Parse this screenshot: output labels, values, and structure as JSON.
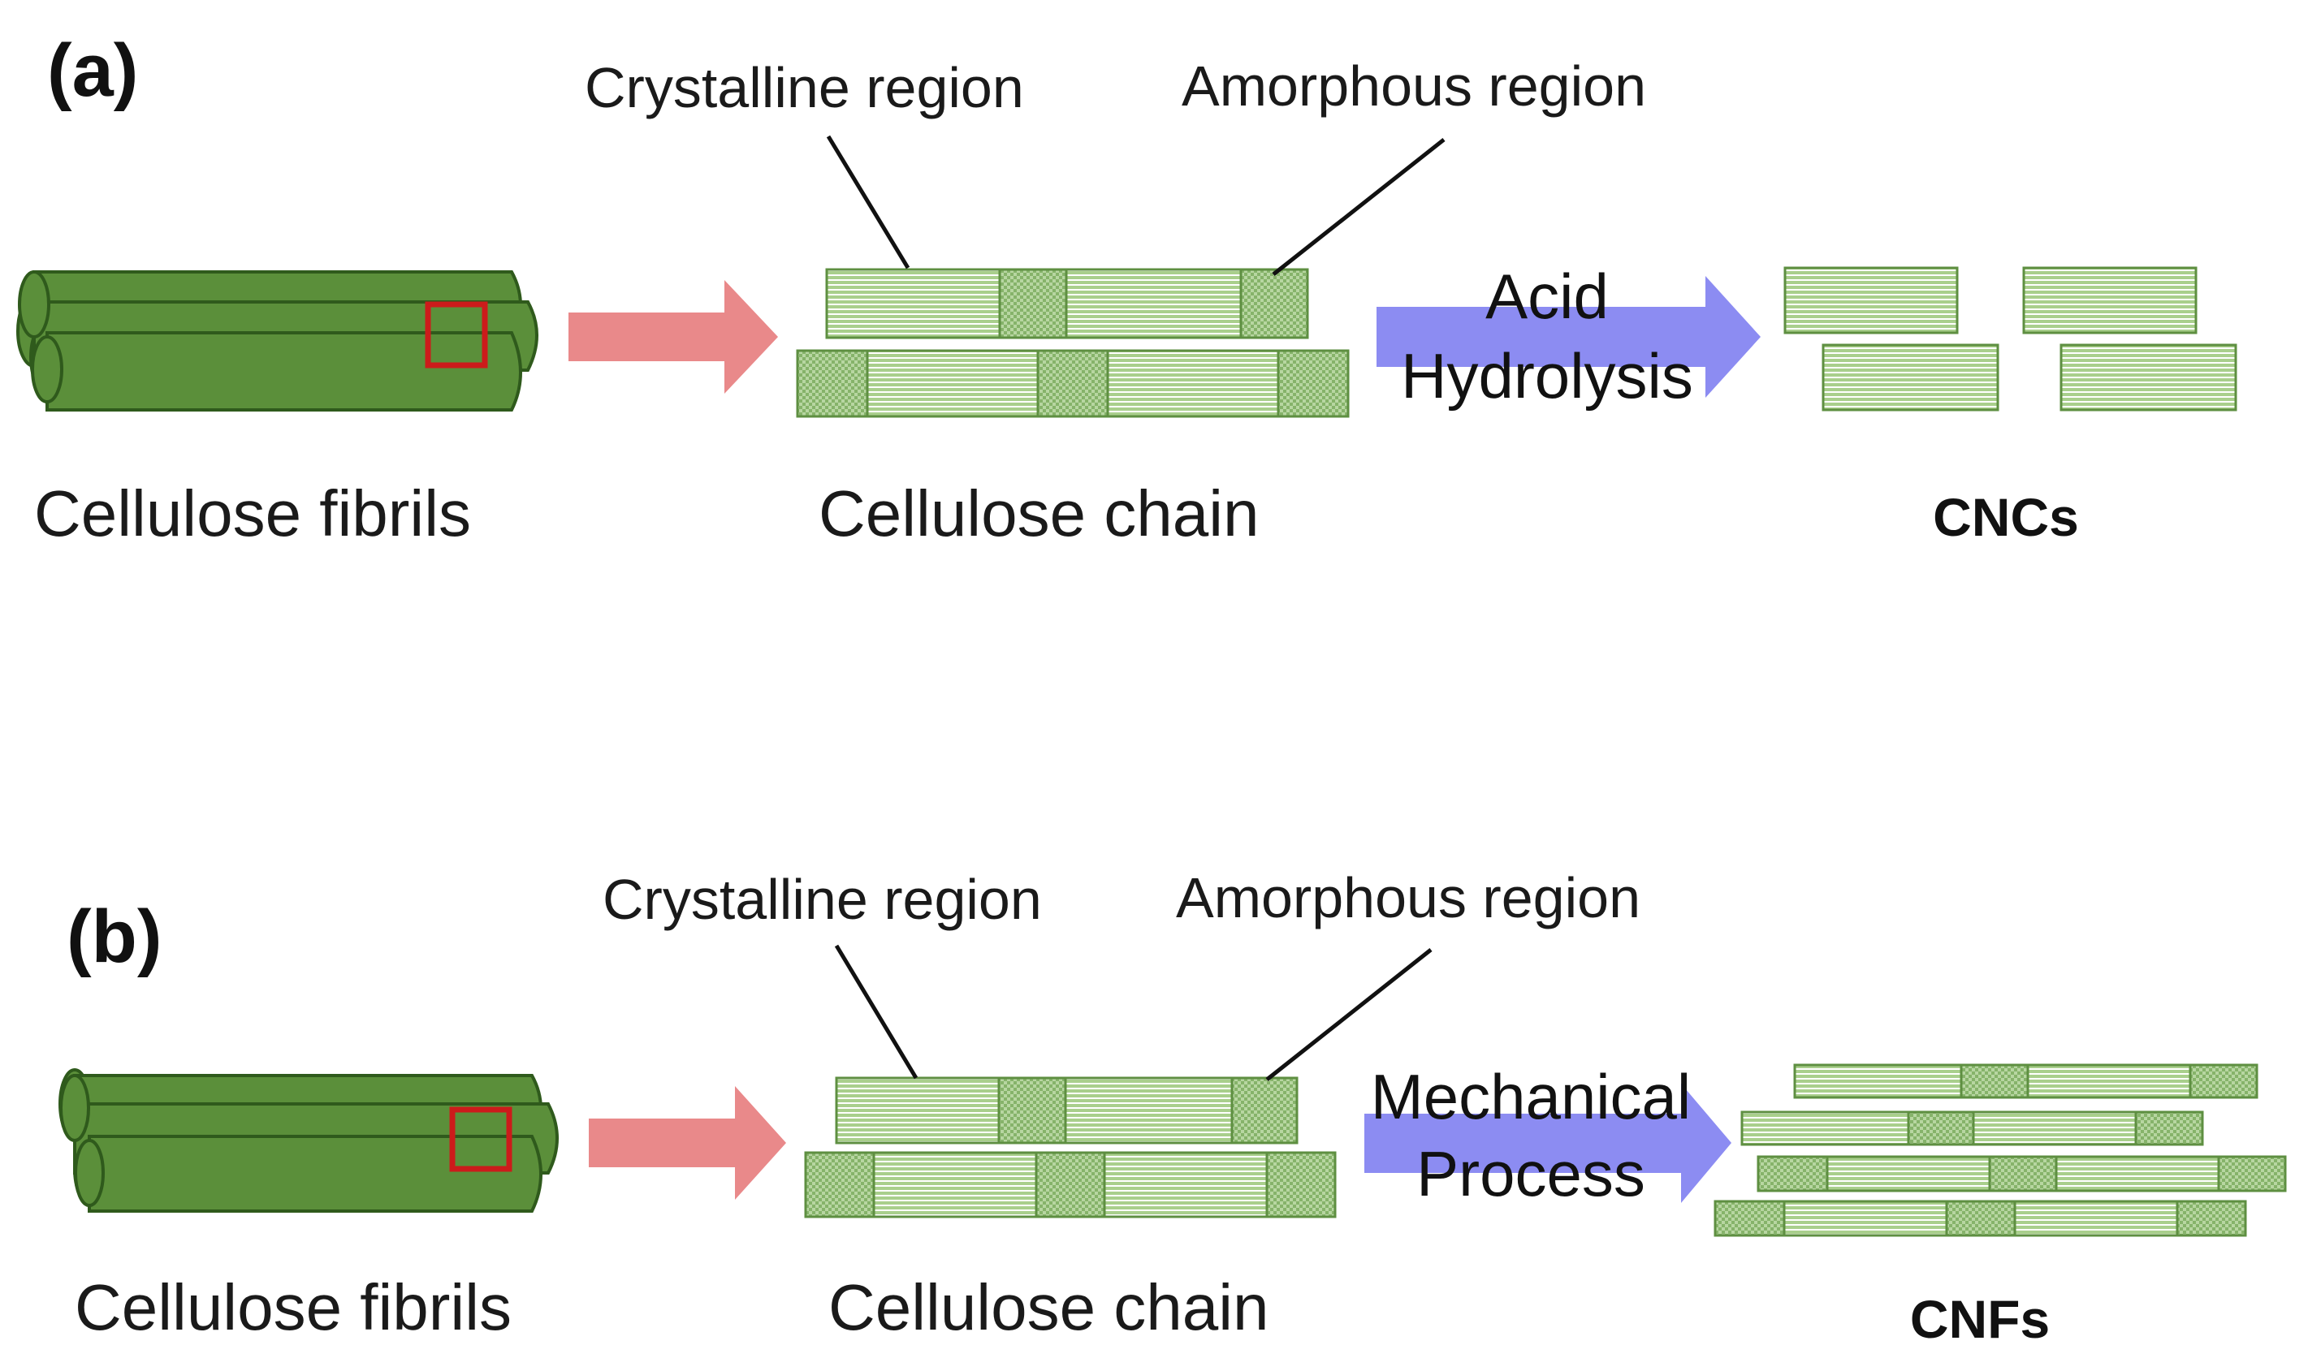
{
  "colors": {
    "fibril_fill": "#5b8f3a",
    "fibril_stroke": "#2f5a1c",
    "crystal_fill": "#a9cf8c",
    "crystal_line": "#ffffff",
    "amorphous_fill": "#86b36a",
    "highlight_box": "#cc1b1b",
    "step_arrow": "#e9898a",
    "process_arrow": "#8c8cf2"
  },
  "panel_a": {
    "tag": "(a)",
    "fibril_label": "Cellulose fibrils",
    "chain_label": "Cellulose chain",
    "crystalline_label": "Crystalline region",
    "amorphous_label": "Amorphous region",
    "process_line1": "Acid",
    "process_line2": "Hydrolysis",
    "product_label": "CNCs"
  },
  "panel_b": {
    "tag": "(b)",
    "fibril_label": "Cellulose fibrils",
    "chain_label": "Cellulose chain",
    "crystalline_label": "Crystalline region",
    "amorphous_label": "Amorphous region",
    "process_line1": "Mechanical",
    "process_line2": "Process",
    "product_label": "CNFs"
  }
}
